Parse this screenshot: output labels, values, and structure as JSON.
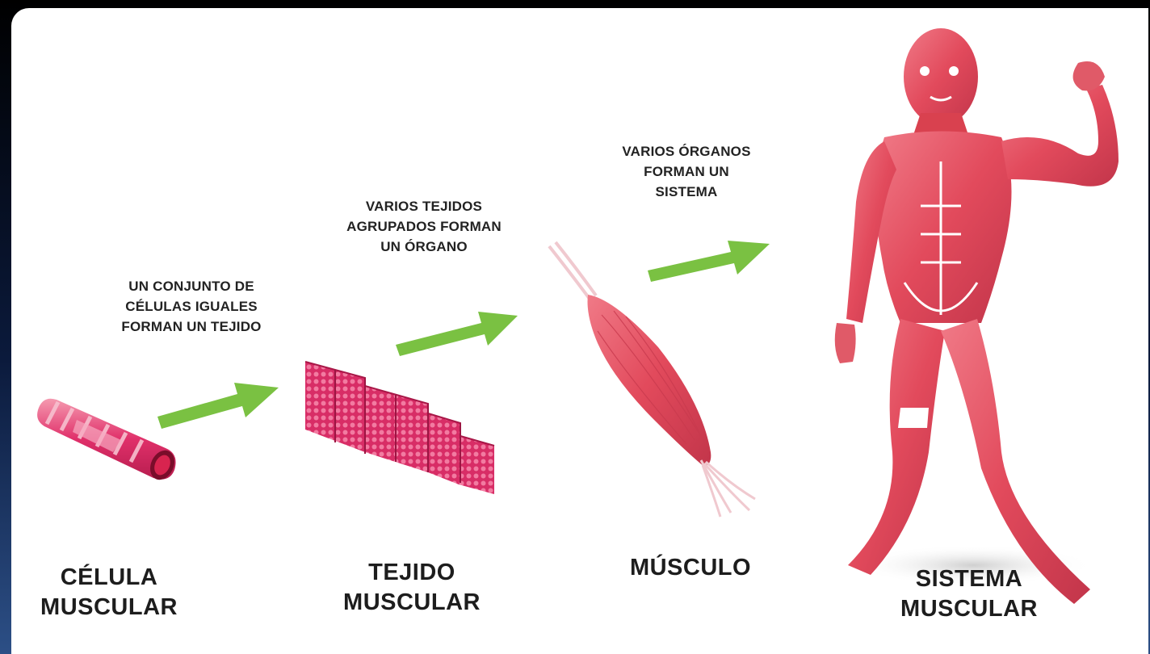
{
  "colors": {
    "muscle": "#e24a5c",
    "muscle_dark": "#b8283c",
    "arrow": "#7ac142",
    "tendon": "#f4d7db",
    "text": "#222222"
  },
  "steps": [
    {
      "caption_lines": [
        "UN CONJUNTO DE",
        "CÉLULAS IGUALES",
        "FORMAN UN TEJIDO"
      ]
    },
    {
      "caption_lines": [
        "VARIOS TEJIDOS",
        "AGRUPADOS FORMAN",
        "UN ÓRGANO"
      ]
    },
    {
      "caption_lines": [
        "VARIOS ÓRGANOS",
        "FORMAN UN",
        "SISTEMA"
      ]
    }
  ],
  "labels": [
    {
      "lines": [
        "CÉLULA",
        "MUSCULAR"
      ]
    },
    {
      "lines": [
        "TEJIDO",
        "MUSCULAR"
      ]
    },
    {
      "lines": [
        "MÚSCULO"
      ]
    },
    {
      "lines": [
        "SISTEMA",
        "MUSCULAR"
      ]
    }
  ],
  "icons": [
    "muscle-cell-icon",
    "muscle-tissue-icon",
    "muscle-organ-icon",
    "muscular-system-figure",
    "arrow-icon"
  ]
}
